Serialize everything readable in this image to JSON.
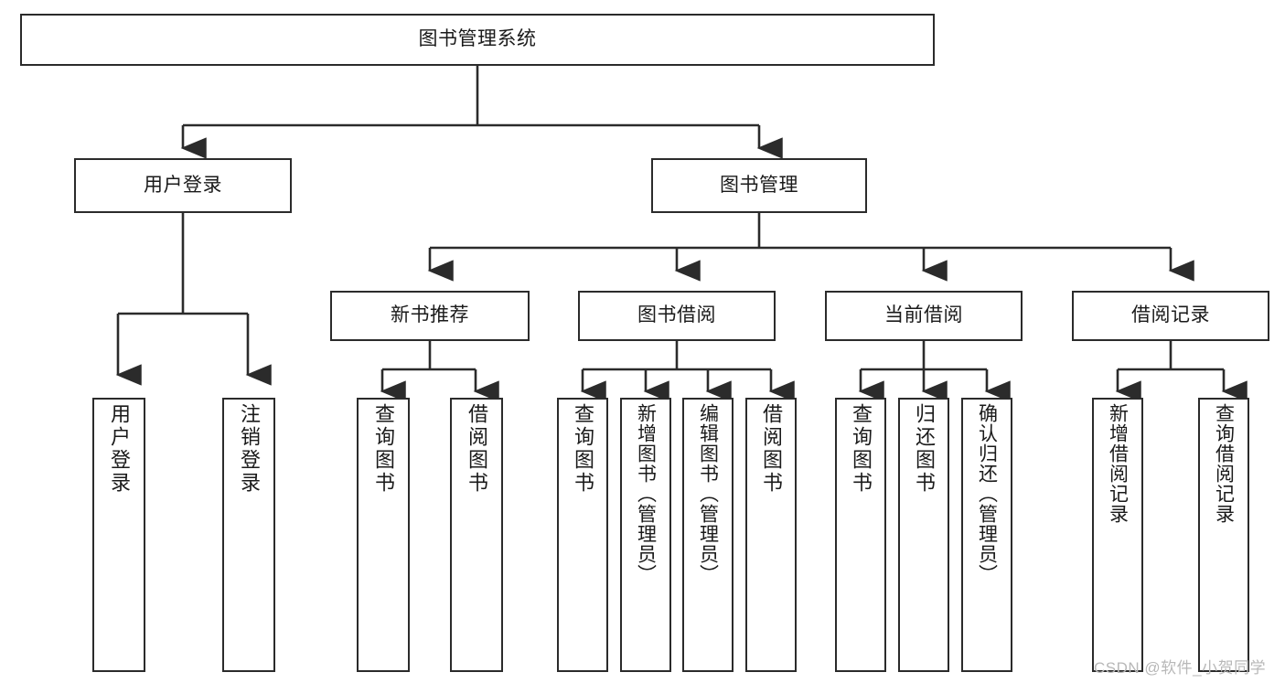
{
  "diagram": {
    "type": "tree",
    "title": "图书管理系统",
    "root": {
      "label": "图书管理系统"
    },
    "level1": [
      {
        "label": "用户登录"
      },
      {
        "label": "图书管理"
      }
    ],
    "level2": [
      {
        "label": "新书推荐"
      },
      {
        "label": "图书借阅"
      },
      {
        "label": "当前借阅"
      },
      {
        "label": "借阅记录"
      }
    ],
    "leaves": {
      "user_login": [
        {
          "label": "用户登录"
        },
        {
          "label": "注销登录"
        }
      ],
      "new_book_recommend": [
        {
          "label": "查询图书"
        },
        {
          "label": "借阅图书"
        }
      ],
      "book_borrow": [
        {
          "label": "查询图书"
        },
        {
          "label": "新增图书（管理员）"
        },
        {
          "label": "编辑图书（管理员）"
        },
        {
          "label": "借阅图书"
        }
      ],
      "current_borrow": [
        {
          "label": "查询图书"
        },
        {
          "label": "归还图书"
        },
        {
          "label": "确认归还（管理员）"
        }
      ],
      "borrow_record": [
        {
          "label": "新增借阅记录"
        },
        {
          "label": "查询借阅记录"
        }
      ]
    }
  },
  "watermark": {
    "text": "CSDN @软件_小贺同学"
  },
  "colors": {
    "border": "#2b2b2b",
    "text": "#1a1a1a",
    "background": "#ffffff",
    "watermark": "#b8b8b8"
  }
}
